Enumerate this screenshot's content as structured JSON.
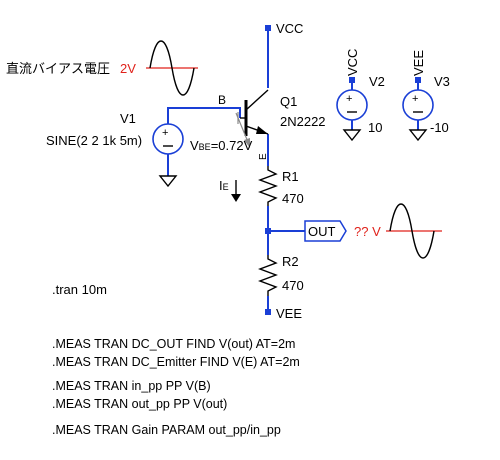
{
  "colors": {
    "wire": "#1a3fd6",
    "red": "#e0221b",
    "annotation": "#8a8a8a"
  },
  "labels": {
    "vcc_top": "VCC",
    "bias_text_jp": "直流バイアス電圧",
    "bias_value": "2V",
    "v1_name": "V1",
    "v1_value": "SINE(2 2 1k 5m)",
    "b_node": "B",
    "vbe_main": "V",
    "vbe_sub": "BE",
    "vbe_value": "=0.72V",
    "q1_name": "Q1",
    "q1_model": "2N2222",
    "e_node": "E",
    "v2_top": "VCC",
    "v2_name": "V2",
    "v2_value": "10",
    "v3_top": "VEE",
    "v3_name": "V3",
    "v3_value": "-10",
    "ie_main": "I",
    "ie_sub": "E",
    "r1_name": "R1",
    "r1_value": "470",
    "out_label": "OUT",
    "out_value": "?? V",
    "r2_name": "R2",
    "r2_value": "470",
    "vee_bottom": "VEE",
    "tran": ".tran 10m"
  },
  "directives": [
    ".MEAS TRAN DC_OUT FIND V(out) AT=2m",
    ".MEAS TRAN DC_Emitter FIND V(E) AT=2m",
    ".MEAS TRAN in_pp PP V(B)",
    ".MEAS TRAN out_pp PP V(out)",
    ".MEAS TRAN Gain PARAM out_pp/in_pp"
  ]
}
